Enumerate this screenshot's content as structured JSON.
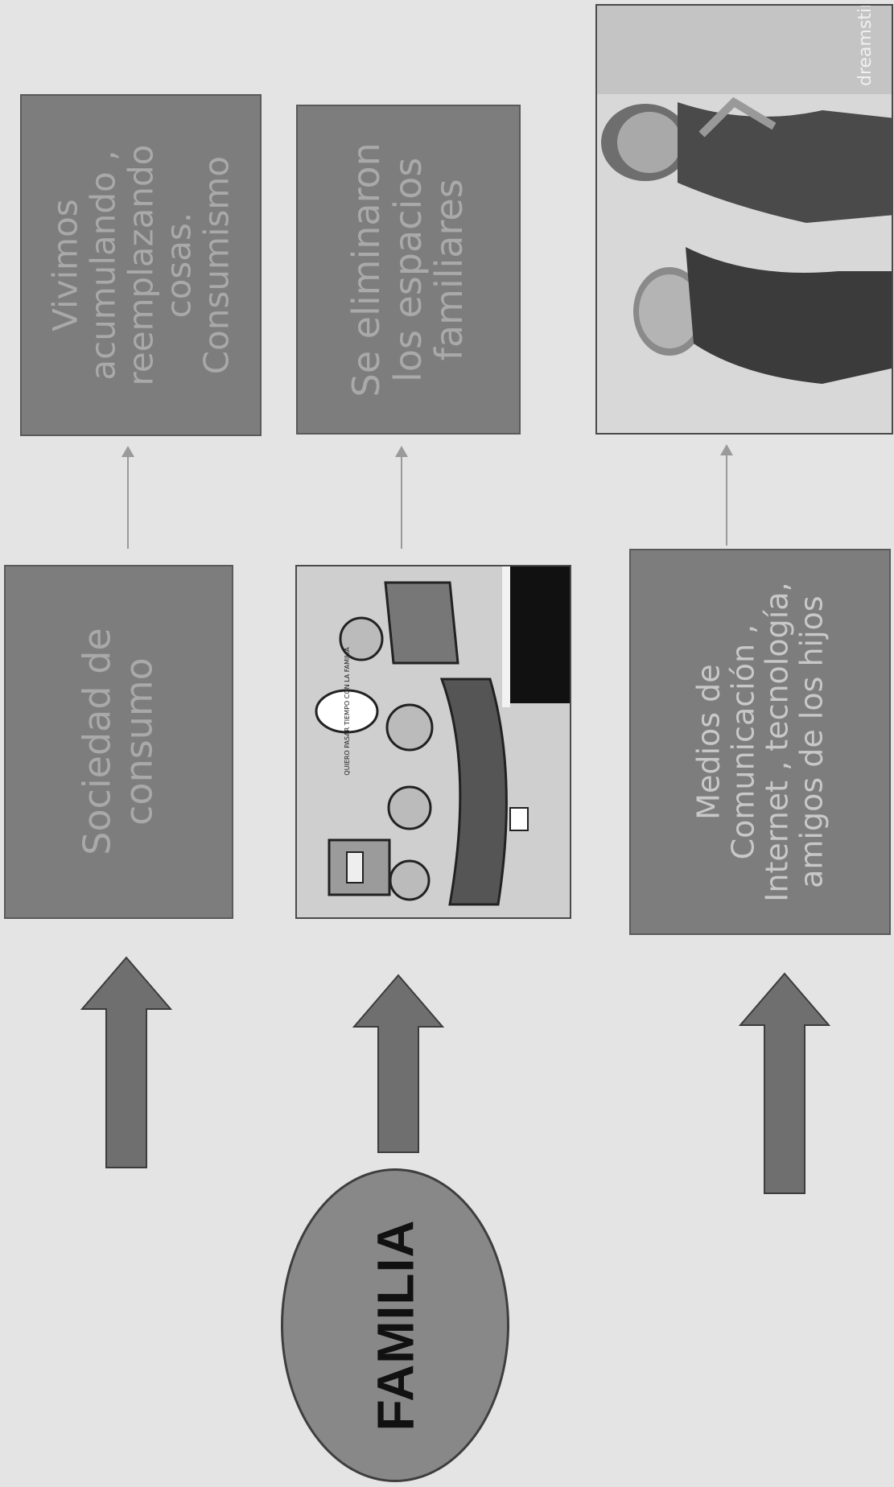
{
  "family": {
    "label": "FAMILIA"
  },
  "nodes": [
    {
      "lines": [
        "Sociedad de",
        "consumo"
      ]
    },
    {
      "lines": [
        "Medios de",
        "Comunicación ,",
        "Internet , tecnología,",
        "amigos de los hijos"
      ]
    }
  ],
  "effects": [
    {
      "lines": [
        "Vivimos",
        "acumulando ,",
        "reemplazando",
        "cosas.",
        "Consumismo"
      ]
    },
    {
      "lines": [
        "Se eliminaron",
        "los espacios",
        "familiares"
      ]
    }
  ],
  "images": {
    "cartoon": {
      "speech": "QUIERO PASAR TIEMPO CON LA FAMILIA"
    },
    "photo": {
      "watermark": "dreamstime"
    }
  },
  "colors": {
    "box": "#7d7d7d",
    "background": "#e4e4e4",
    "arrow": "#6f6f6f",
    "text": "#a9a9a9"
  }
}
